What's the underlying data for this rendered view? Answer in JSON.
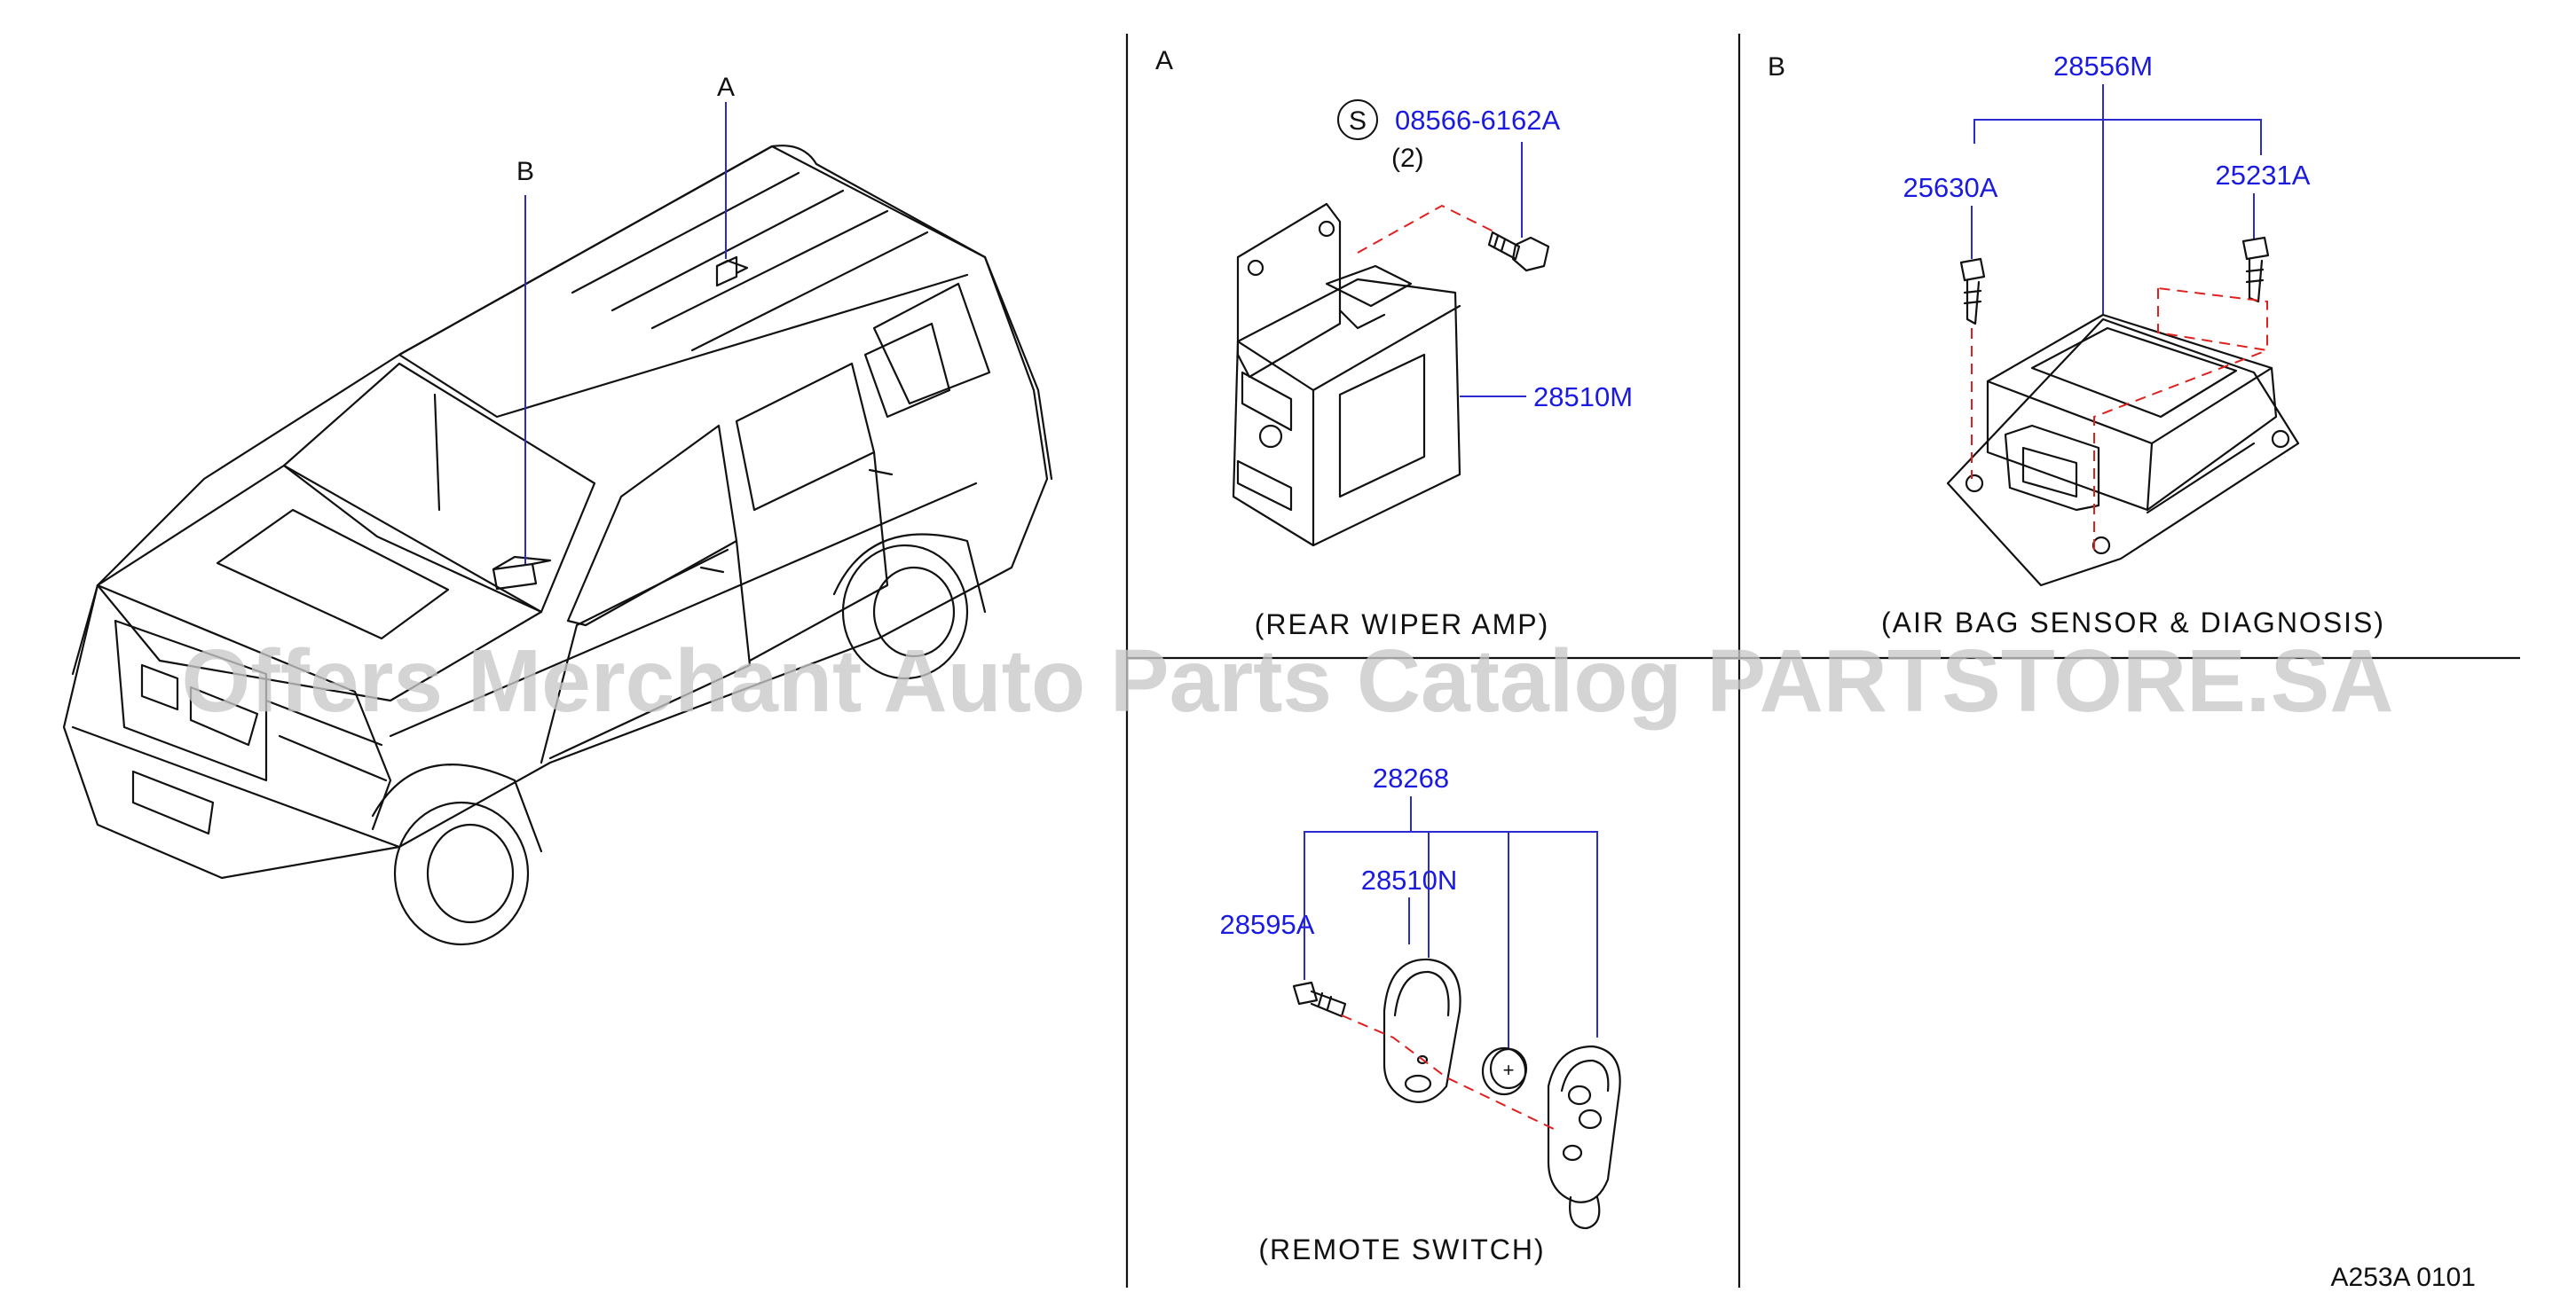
{
  "overview": {
    "marker_a": "A",
    "marker_b": "B"
  },
  "panel_a": {
    "letter": "A",
    "screw_symbol": "S",
    "screw_part": "08566-6162A",
    "screw_qty": "(2)",
    "amp_part": "28510M",
    "caption": "(REAR  WIPER  AMP)"
  },
  "panel_b": {
    "letter": "B",
    "sensor_part": "28556M",
    "bolt_left_part": "25630A",
    "bolt_right_part": "25231A",
    "caption": "(AIR  BAG  SENSOR  &  DIAGNOSIS)"
  },
  "panel_remote": {
    "assembly_part": "28268",
    "screw_part": "28595A",
    "cover_part": "28510N",
    "caption": "(REMOTE  SWITCH)"
  },
  "footer": {
    "diagram_ref": "A253A  0101"
  },
  "watermark": "Offers Merchant Auto Parts Catalog PARTSTORE.SA",
  "colors": {
    "part_number": "#1a1ae0",
    "leader_line": "#2a2ad0",
    "dashed_line": "#e02020",
    "line_art": "#111111"
  }
}
